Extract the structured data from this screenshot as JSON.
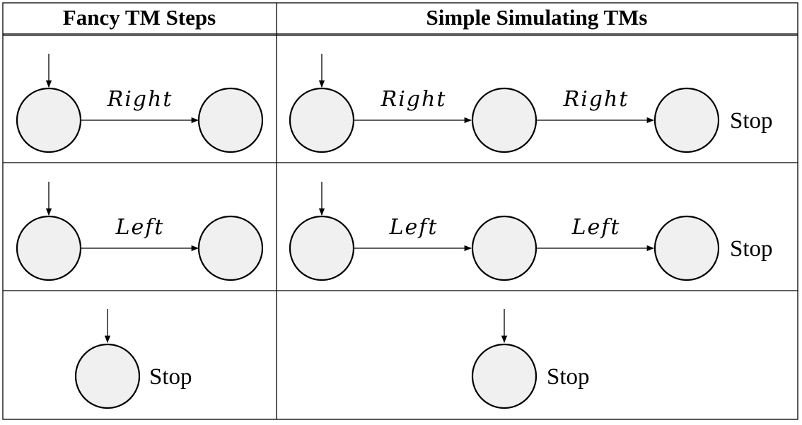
{
  "headers": {
    "left": "Fancy TM Steps",
    "right": "Simple Simulating TMs"
  },
  "rows": {
    "right_move": {
      "fancy_label": "Right",
      "simple_labels": [
        "Right",
        "Right"
      ],
      "simple_final": "Stop"
    },
    "left_move": {
      "fancy_label": "Left",
      "simple_labels": [
        "Left",
        "Left"
      ],
      "simple_final": "Stop"
    },
    "stop": {
      "fancy_label": "Stop",
      "simple_label": "Stop"
    }
  },
  "colors": {
    "state_fill": "#f0f0f0",
    "stroke": "#000000"
  }
}
